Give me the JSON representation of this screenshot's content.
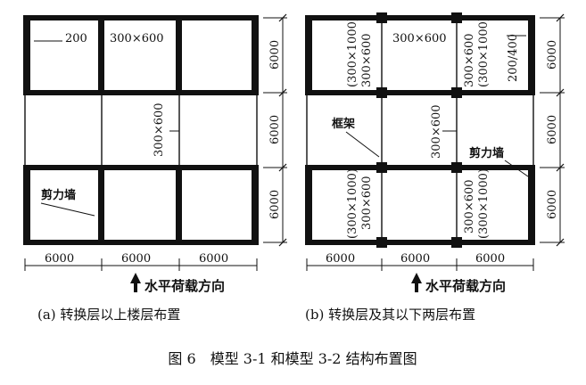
{
  "figure_caption": "图 6　模型 3-1 和模型 3-2 结构布置图",
  "direction_label": "水平荷载方向",
  "dim_value": "6000",
  "diagram_a": {
    "caption": "(a) 转换层以上楼层布置",
    "wall_thickness_label": "200",
    "beam_label_top": "300×600",
    "beam_label_middle": "300×600",
    "shear_wall_label": "剪力墙"
  },
  "diagram_b": {
    "caption": "(b) 转换层及其以下两层布置",
    "beam_label_top": "300×600",
    "left_top_labels": [
      "(300×1000)",
      "300×600"
    ],
    "right_top_labels": [
      "300×600",
      "(300×1000)"
    ],
    "wall_thickness_label": "200/400",
    "frame_label": "框架",
    "center_label": "300×600",
    "shear_wall_label": "剪力墙",
    "left_bottom_labels": [
      "(300×1000)",
      "300×600"
    ],
    "right_bottom_labels": [
      "300×600",
      "(300×1000)"
    ]
  }
}
